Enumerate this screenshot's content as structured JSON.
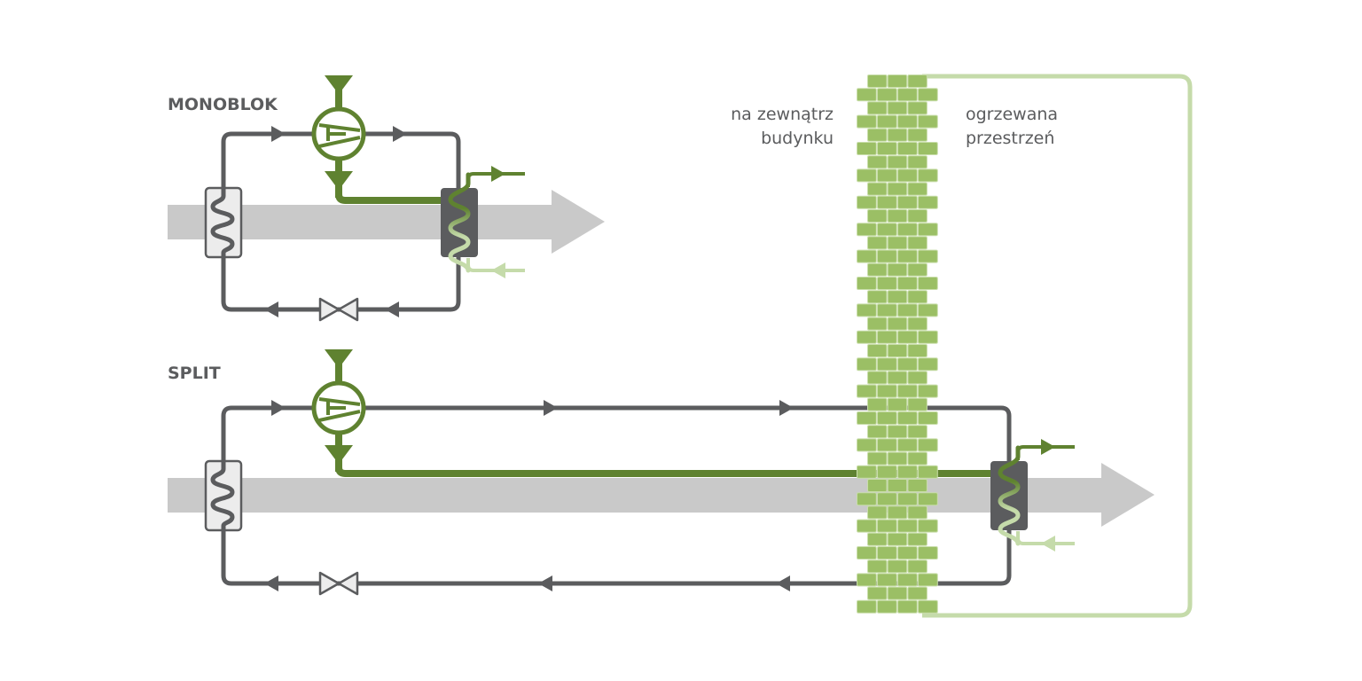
{
  "colors": {
    "pipe": "#5b5c5e",
    "green_dark": "#5f8230",
    "green_light": "#c5dbaa",
    "brick": "#9bbf65",
    "brick_edge": "#c8dda9",
    "airflow": "#c9c9c9",
    "evaporator_fill": "#ececec",
    "condenser_fill": "#5b5c5e"
  },
  "labels": {
    "monoblok": "MONOBLOK",
    "split": "SPLIT",
    "outside_line1": "na zewnątrz",
    "outside_line2": "budynku",
    "inside_line1": "ogrzewana",
    "inside_line2": "przestrzeń"
  },
  "diagrams": [
    {
      "id": "monoblok",
      "title_key": "monoblok",
      "components": [
        "evaporator",
        "compressor",
        "condenser",
        "expansion-valve"
      ]
    },
    {
      "id": "split",
      "title_key": "split",
      "components": [
        "evaporator",
        "compressor",
        "condenser",
        "expansion-valve"
      ]
    }
  ],
  "icons": {
    "compressor": "compressor-icon",
    "evaporator": "evaporator-icon",
    "condenser": "condenser-icon",
    "valve": "expansion-valve-icon",
    "wall": "brick-wall-icon",
    "airflow": "airflow-arrow-icon"
  }
}
